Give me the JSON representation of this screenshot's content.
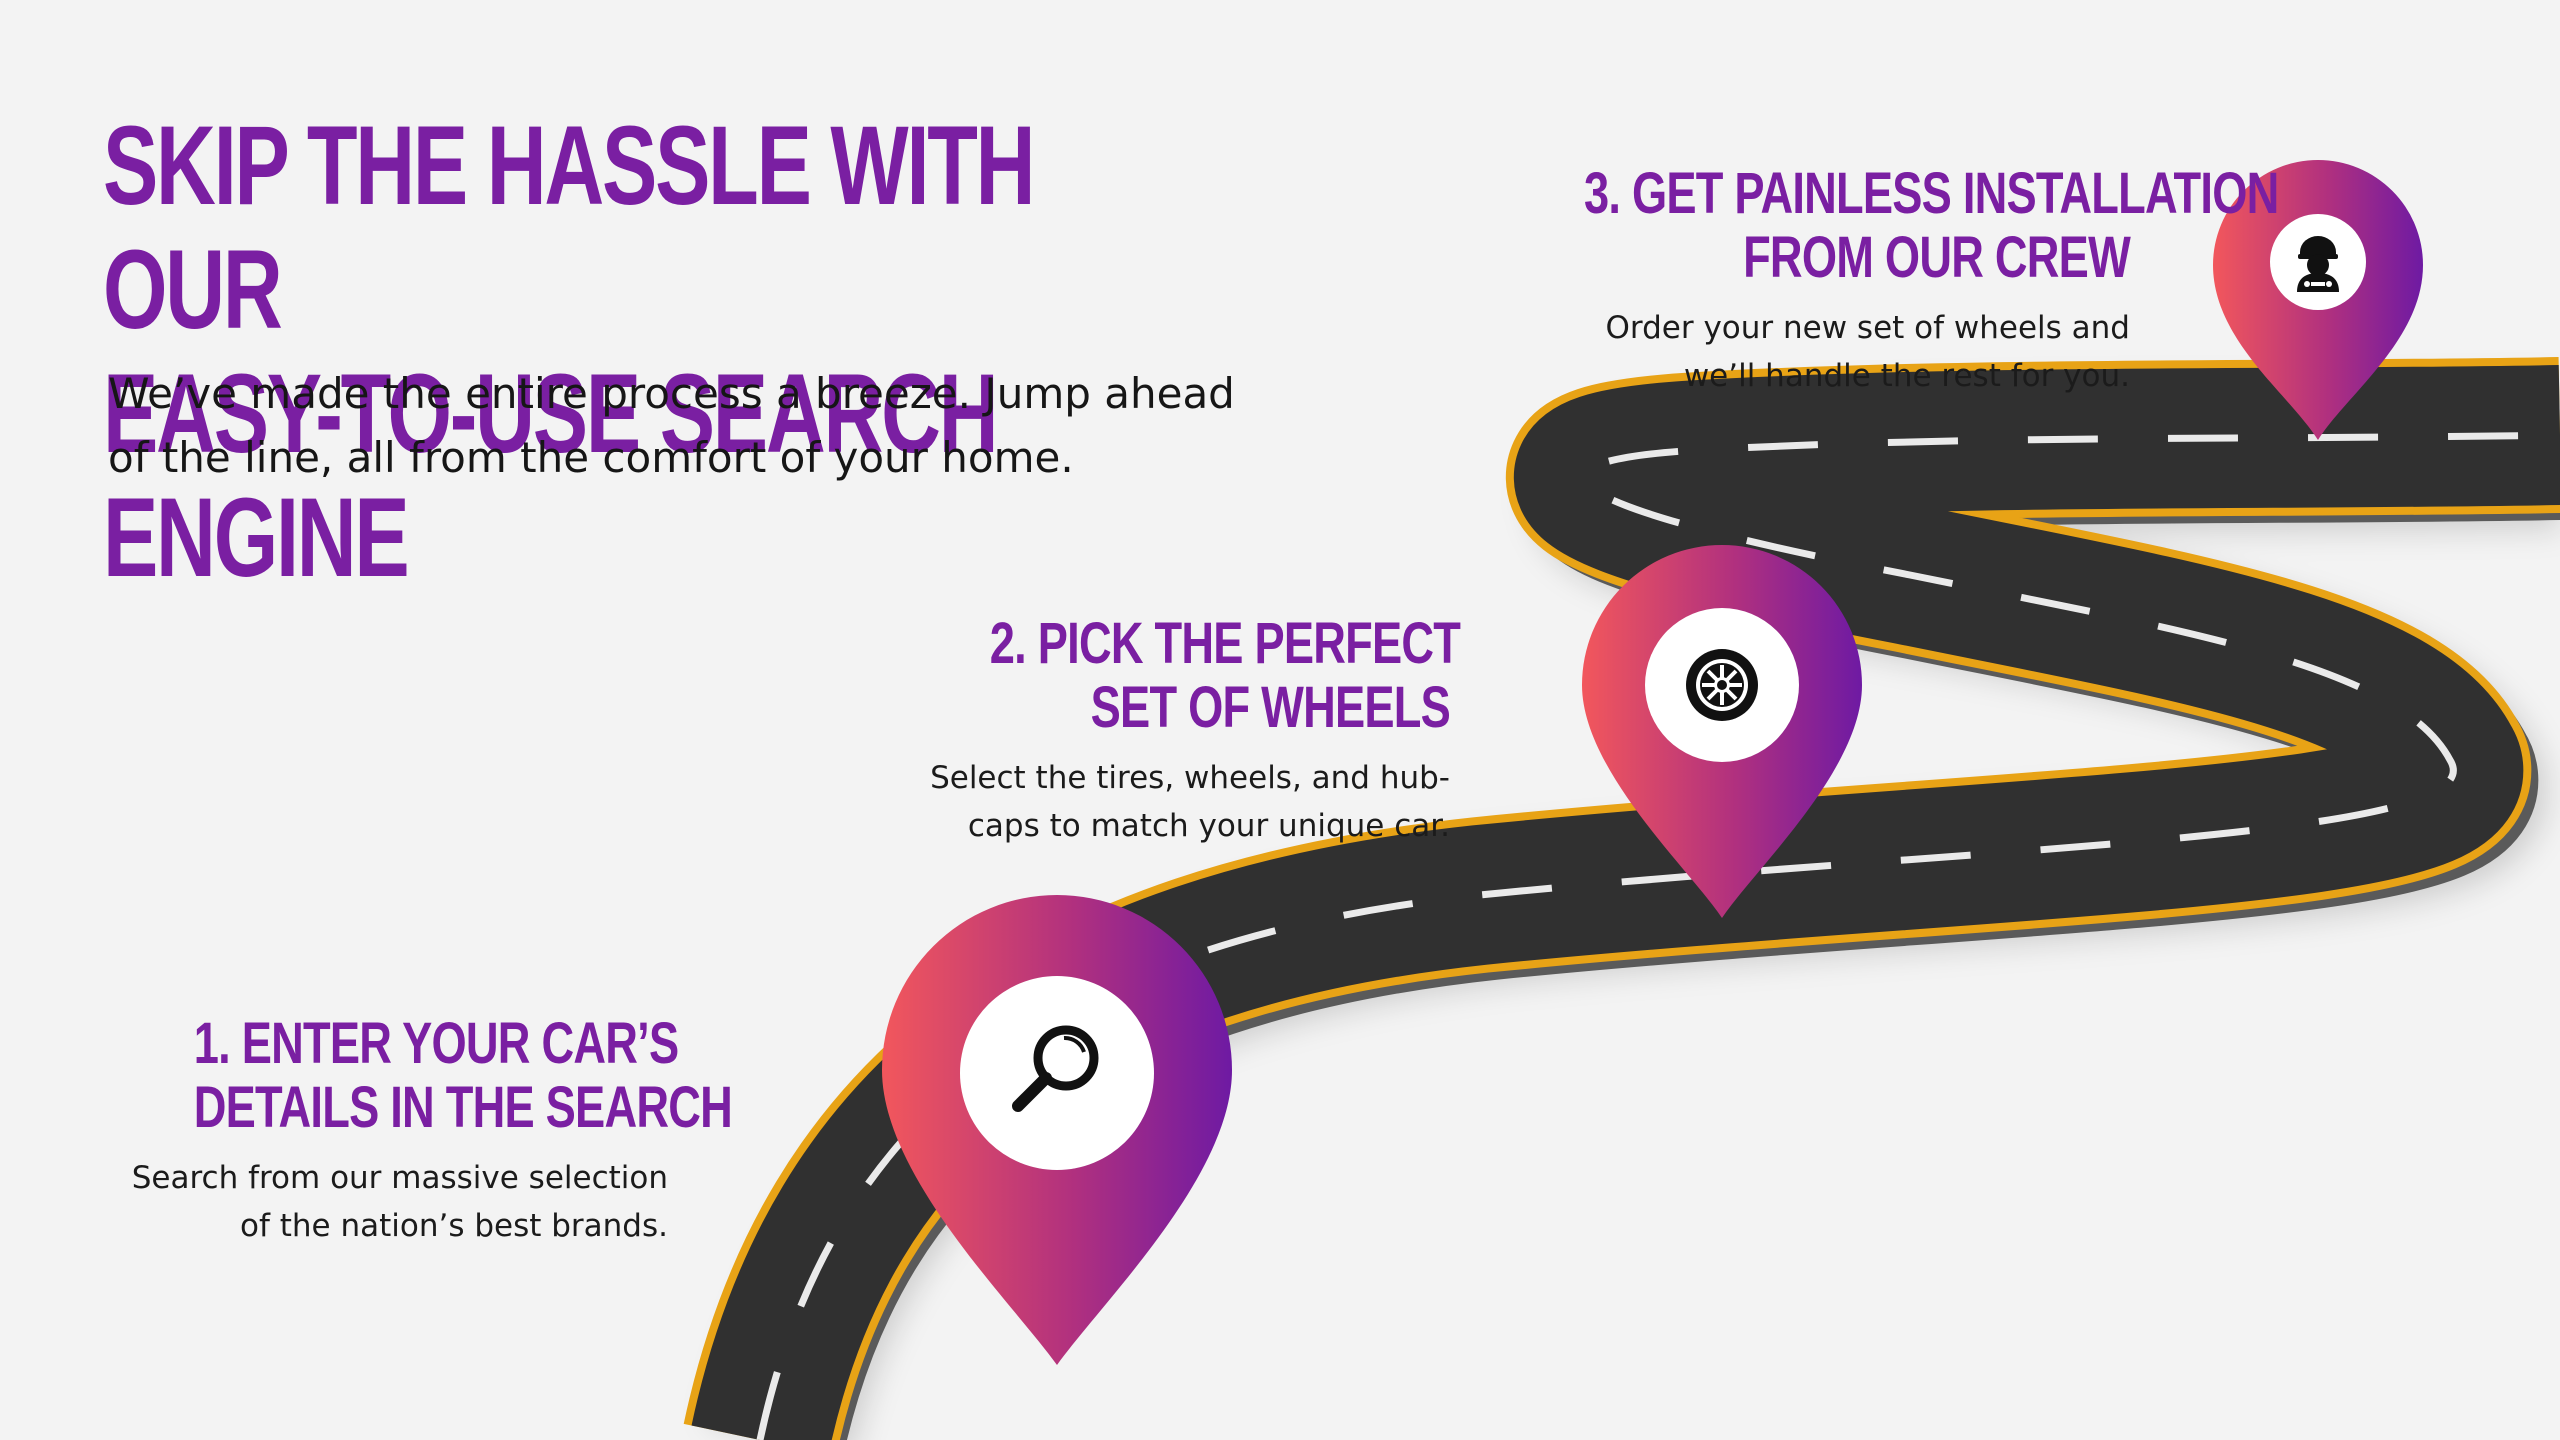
{
  "hero": {
    "title_line1": "Skip the hassle with our",
    "title_line2": "easy-to-use search engine",
    "intro_line1": "We’ve made the entire process a breeze. Jump ahead",
    "intro_line2": "of the line, all from the comfort of your home."
  },
  "steps": [
    {
      "title_line1": "1. Enter your car’s",
      "title_line2": "details in the search",
      "desc_line1": "Search from our massive selection",
      "desc_line2": "of the nation’s best brands.",
      "icon": "magnifier-icon"
    },
    {
      "title_line1": "2. Pick the perfect",
      "title_line2": "set of wheels",
      "desc_line1": "Select the tires, wheels, and hub-",
      "desc_line2": "caps to match your unique car.",
      "icon": "tire-icon"
    },
    {
      "title_line1": "3. Get painless installation",
      "title_line2": "from our crew",
      "desc_line1": "Order your new set of wheels and",
      "desc_line2": "we’ll handle the rest for you.",
      "icon": "mechanic-icon"
    }
  ],
  "colors": {
    "brand_purple": "#7a1fa2",
    "pin_gradient_start": "#f2575c",
    "pin_gradient_end": "#6e1aa3",
    "road_asphalt": "#303030",
    "road_edge": "#e8a316",
    "background": "#f3f3f3"
  }
}
